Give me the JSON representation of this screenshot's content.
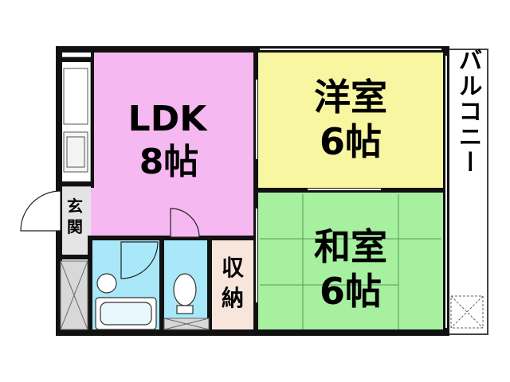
{
  "rooms": {
    "ldk": {
      "line1": "LDK",
      "line2": "8帖",
      "fill": "#f6b8f0"
    },
    "western": {
      "line1": "洋室",
      "line2": "6帖",
      "fill": "#f8f6a0"
    },
    "japanese": {
      "line1": "和室",
      "line2": "6帖",
      "fill": "#a6f0a0"
    },
    "storage": {
      "line1": "収",
      "line2": "納",
      "fill": "#f8e6dc"
    },
    "entrance": {
      "line1": "玄",
      "line2": "関"
    },
    "balcony": {
      "label": "バルコニー"
    }
  },
  "colors": {
    "wall": "#111111",
    "wet_area": "#a8e8f8",
    "floor_grey": "#d8d8d8",
    "balcony_fill": "#ffffff"
  }
}
